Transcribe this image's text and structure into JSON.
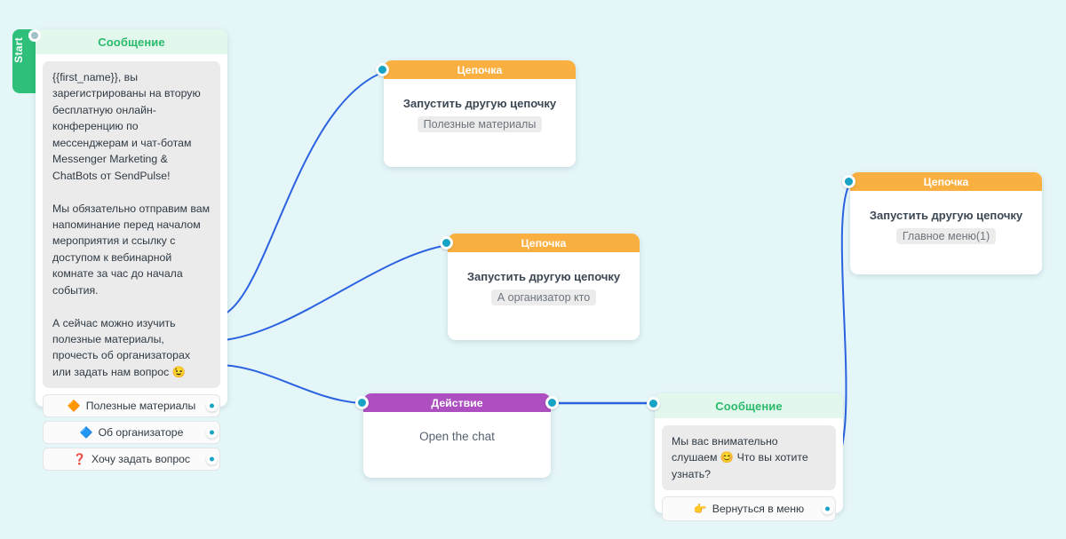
{
  "canvas": {
    "background": "#e5f6f8",
    "edge_color": "#2a62e0",
    "connector_color": "#16a3c4"
  },
  "start": {
    "label": "Start",
    "color": "#2ec07b"
  },
  "nodes": {
    "message_start": {
      "header": "Сообщение",
      "header_color": "#2aba6c",
      "text": "{{first_name}}, вы зарегистрированы на вторую бесплатную онлайн-конференцию по мессенджерам и чат-ботам Messenger Marketing & ChatBots от SendPulse!\n\nМы обязательно отправим вам напоминание перед началом мероприятия и ссылку с доступом к вебинарной комнате за час до начала события.\n\nА сейчас можно изучить полезные материалы, прочесть об организаторах или задать нам вопрос 😉",
      "buttons": [
        {
          "emoji": "🔶",
          "label": "Полезные материалы"
        },
        {
          "emoji": "🔷",
          "label": "Об организаторе"
        },
        {
          "emoji": "❓",
          "label": "Хочу задать вопрос"
        }
      ]
    },
    "chain_materials": {
      "header": "Цепочка",
      "header_color": "#fab040",
      "title": "Запустить другую цепочку",
      "chip": "Полезные материалы"
    },
    "chain_organizer": {
      "header": "Цепочка",
      "header_color": "#fab040",
      "title": "Запустить другую цепочку",
      "chip": "А организатор кто"
    },
    "chain_mainmenu": {
      "header": "Цепочка",
      "header_color": "#fab040",
      "title": "Запустить другую цепочку",
      "chip": "Главное меню(1)"
    },
    "action_open_chat": {
      "header": "Действие",
      "header_color": "#ad4fc0",
      "title": "Open the chat"
    },
    "message_listen": {
      "header": "Сообщение",
      "header_color": "#2aba6c",
      "text": "Мы вас внимательно слушаем 😊 Что вы хотите узнать?",
      "buttons": [
        {
          "emoji": "👉",
          "label": "Вернуться в меню"
        }
      ]
    }
  }
}
